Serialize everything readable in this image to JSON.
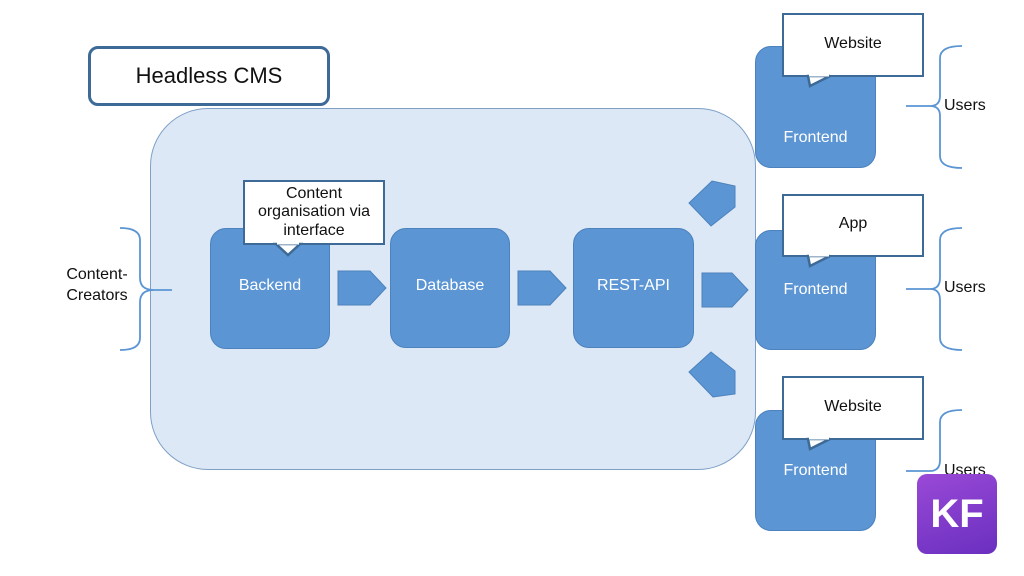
{
  "title": "Headless CMS",
  "content_creators_label": "Content-\nCreators",
  "backend": {
    "label": "Backend",
    "callout": "Content organisation via interface"
  },
  "database": {
    "label": "Database"
  },
  "rest_api": {
    "label": "REST-API"
  },
  "frontends": [
    {
      "label": "Frontend",
      "callout": "Website",
      "users": "Users"
    },
    {
      "label": "Frontend",
      "callout": "App",
      "users": "Users"
    },
    {
      "label": "Frontend",
      "callout": "Website",
      "users": "Users"
    }
  ],
  "logo": "KF",
  "colors": {
    "block_fill": "#5b95d3",
    "cms_area_fill": "#dce8f5",
    "outline": "#3d6a97",
    "logo_gradient_start": "#9a49d6",
    "logo_gradient_end": "#6a2fc0"
  }
}
